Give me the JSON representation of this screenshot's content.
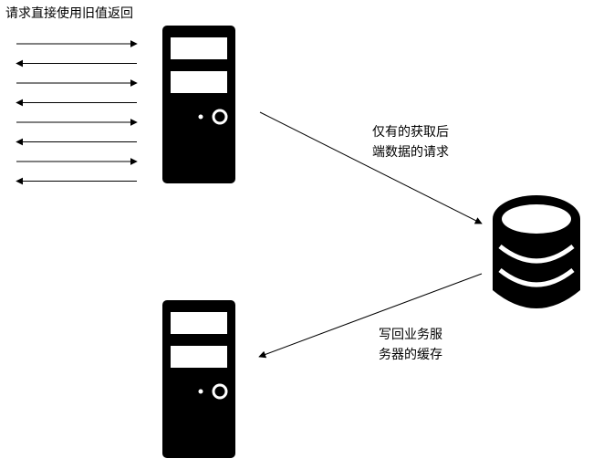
{
  "labels": {
    "cache_hit": "请求直接使用旧值返回",
    "backend_fetch_line1": "仅有的获取后",
    "backend_fetch_line2": "端数据的请求",
    "write_back_line1": "写回业务服",
    "write_back_line2": "务器的缓存"
  },
  "request_arrows": [
    "right",
    "left",
    "right",
    "left",
    "right",
    "left",
    "right",
    "left"
  ],
  "colors": {
    "ink": "#000000",
    "background": "#ffffff"
  }
}
